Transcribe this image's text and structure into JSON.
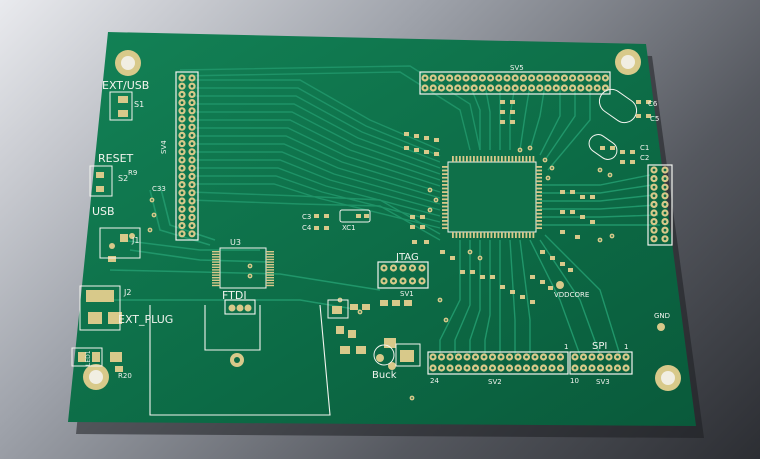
{
  "board": {
    "labels": {
      "ext_usb": "EXT/USB",
      "reset": "RESET",
      "usb": "USB",
      "ext_plug": "EXT_PLUG",
      "jtag": "JTAG",
      "ftdi": "FTDI",
      "spi": "SPI",
      "vddcore": "VDDCORE",
      "buck": "Buck",
      "gnd": "GND",
      "u3": "U3",
      "s1": "S1",
      "s2": "S2",
      "j1": "J1",
      "j2": "J2",
      "xc1": "XC1",
      "c3": "C3",
      "c4": "C4",
      "sv1": "SV1",
      "sv2": "SV2",
      "sv3": "SV3",
      "sv4": "SV4",
      "sv5": "SV5",
      "r20": "R20",
      "r9": "R9",
      "c33": "C33",
      "c1": "C1",
      "c2": "C2",
      "c5": "C5",
      "c6": "C6",
      "led1": "LED1",
      "pin24": "24",
      "pin10": "10",
      "pin1a": "1",
      "pin1b": "1"
    }
  },
  "colors": {
    "board": "#0d6e47",
    "copper": "#1a8a5a",
    "pad": "#d8c98a",
    "silk": "#f2f4ee"
  }
}
